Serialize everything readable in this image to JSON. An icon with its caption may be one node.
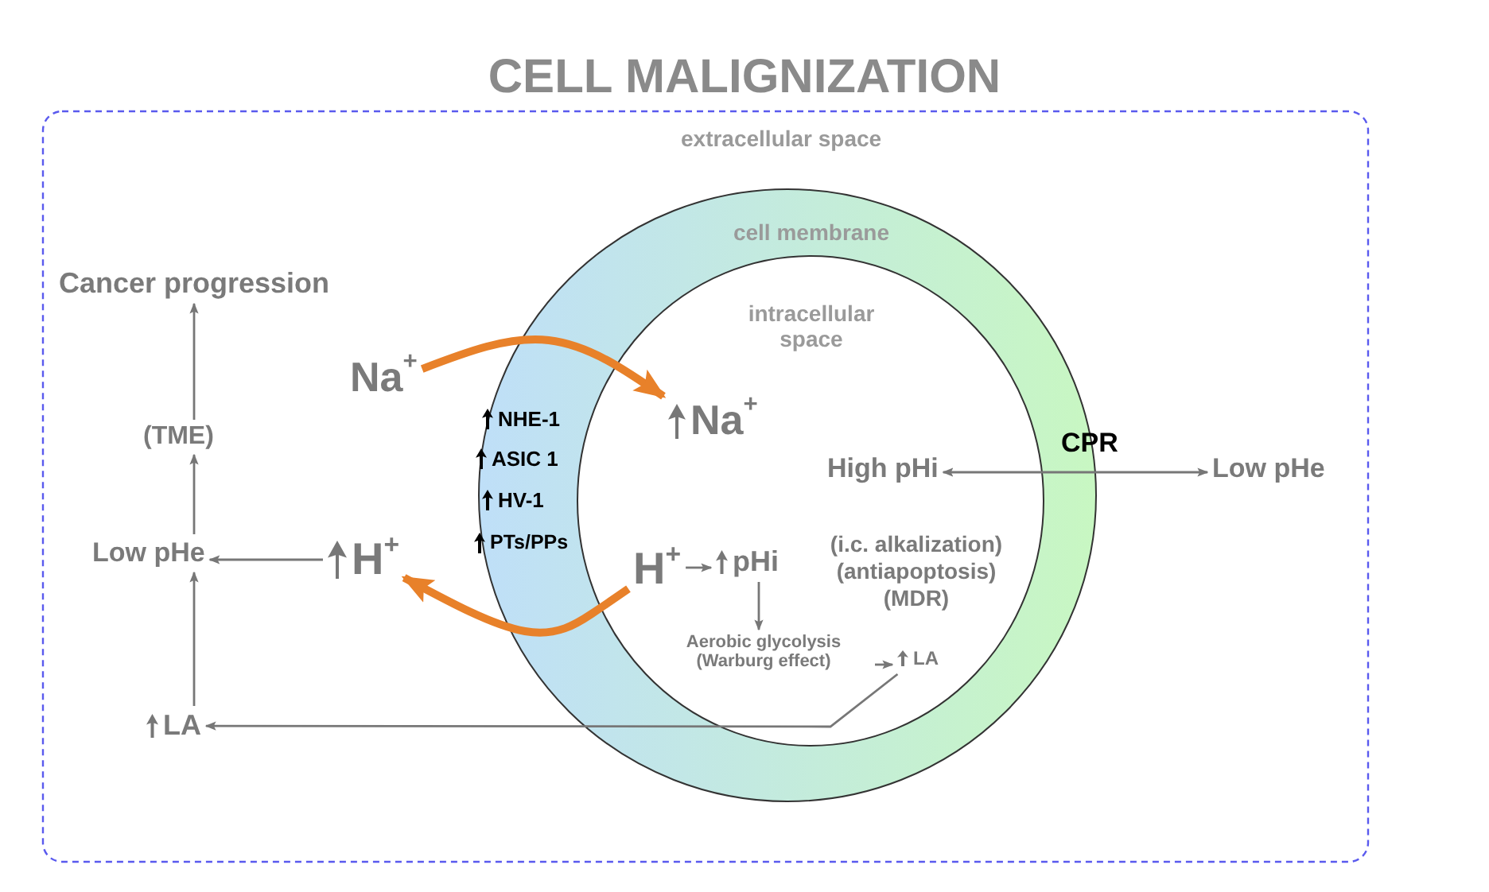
{
  "diagram": {
    "title": "CELL MALIGNIZATION",
    "nodes": [
      {
        "text": [
          "cell membrane"
        ]
      },
      {
        "text": [
          "intracellular space"
        ],
        "in": 0
      },
      {
        "text": [
          "Cancer progression"
        ]
      },
      {
        "text": [
          "(TME)"
        ]
      },
      {
        "text": [
          "Low pHe"
        ]
      },
      {
        "text": [
          "H$^{+}$"
        ]
      },
      {
        "text": [
          "LA"
        ]
      },
      {
        "text": [
          "Na$^{+}$"
        ]
      },
      {
        "text": [
          "Na$^{+}$"
        ],
        "in": 1
      },
      {
        "text": [
          "High pHi"
        ],
        "in": 1
      },
      {
        "text": [
          "Low pHe"
        ]
      },
      {
        "text": [
          "H$^{+}$"
        ],
        "in": 1
      },
      {
        "text": [
          "pHi"
        ],
        "in": 1
      },
      {
        "text": [
          "Aerobic glycolysis (Warburg effect)"
        ],
        "in": 1
      },
      {
        "text": [
          "LA"
        ],
        "in": 1
      }
    ],
    "edges": [
      {
        "from": 3,
        "to": 2,
        "arrow": "to"
      },
      {
        "from": 4,
        "to": 3,
        "arrow": "to"
      },
      {
        "from": 6,
        "to": 4,
        "arrow": "to"
      },
      {
        "from": 5,
        "to": 4,
        "arrow": "to"
      },
      {
        "from": 7,
        "to": 8,
        "arrow": "to",
        "style": "thick",
        "color": "#e8812a"
      },
      {
        "from": 11,
        "to": 5,
        "arrow": "to",
        "style": "thick",
        "color": "#e8812a"
      },
      {
        "from": 11,
        "to": 12,
        "arrow": "to"
      },
      {
        "from": 12,
        "to": 13,
        "arrow": "to"
      },
      {
        "from": 13,
        "to": 14,
        "arrow": "to"
      },
      {
        "from": 14,
        "to": 6,
        "arrow": "to"
      },
      {
        "from": 9,
        "to": 10,
        "arrow": "both"
      }
    ],
    "labels": [
      "extracellular space",
      "NHE-1",
      "ASIC 1",
      "HV-1",
      "PTs/PPs",
      "CPR",
      "(i.c. alkalization) (antiapoptosis) (MDR)"
    ]
  }
}
